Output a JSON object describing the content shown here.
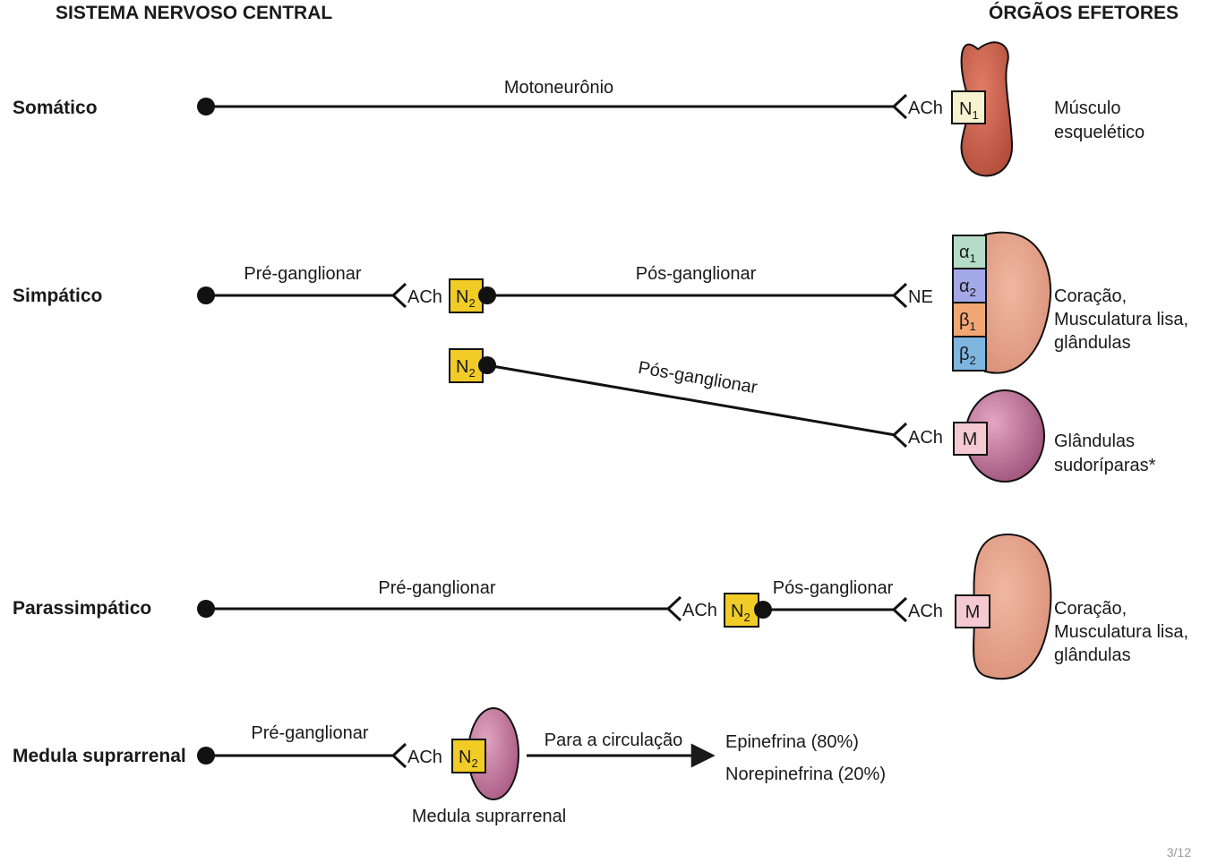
{
  "header": {
    "cns": "SISTEMA NERVOSO CENTRAL",
    "effectors": "ÓRGÃOS EFETORES"
  },
  "somatic": {
    "label": "Somático",
    "neuron": "Motoneurônio",
    "nt": "ACh",
    "receptor": "N",
    "receptor_sub": "1",
    "organ": [
      "Músculo",
      "esquelético"
    ]
  },
  "sympathetic": {
    "label": "Simpático",
    "pre": "Pré-ganglionar",
    "pre_nt": "ACh",
    "ganglion_receptor": "N",
    "ganglion_receptor_sub": "2",
    "post": "Pós-ganglionar",
    "post_nt": "NE",
    "adrenergic_receptors": [
      {
        "symbol": "α",
        "sub": "1"
      },
      {
        "symbol": "α",
        "sub": "2"
      },
      {
        "symbol": "β",
        "sub": "1"
      },
      {
        "symbol": "β",
        "sub": "2"
      }
    ],
    "organ": [
      "Coração,",
      "Musculatura lisa,",
      "glândulas"
    ],
    "sweat_ganglion_receptor": "N",
    "sweat_ganglion_receptor_sub": "2",
    "sweat_post": "Pós-ganglionar",
    "sweat_nt": "ACh",
    "sweat_receptor": "M",
    "sweat_organ": [
      "Glândulas",
      "sudoríparas*"
    ]
  },
  "parasympathetic": {
    "label": "Parassimpático",
    "pre": "Pré-ganglionar",
    "pre_nt": "ACh",
    "ganglion_receptor": "N",
    "ganglion_receptor_sub": "2",
    "post": "Pós-ganglionar",
    "post_nt": "ACh",
    "receptor": "M",
    "organ": [
      "Coração,",
      "Musculatura lisa,",
      "glândulas"
    ]
  },
  "adrenal": {
    "label": "Medula suprarrenal",
    "pre": "Pré-ganglionar",
    "nt": "ACh",
    "receptor": "N",
    "receptor_sub": "2",
    "gland": "Medula suprarrenal",
    "to_circulation": "Para a circulação",
    "outputs": [
      "Epinefrina (80%)",
      "Norepinefrina (20%)"
    ]
  },
  "page_indicator": "3/12",
  "colors": {
    "skeletal_muscle": "#c9604c",
    "heart_organ": "#e3a08a",
    "sweat_gland": "#b7688f",
    "adrenal_gland": "#c17898",
    "nicotinic_receptor": "#f2cc26",
    "n1_receptor": "#f7f2cf",
    "muscarinic_receptor": "#f4c9d2",
    "alpha1": "#b4dcc6",
    "alpha2": "#a3a8e6",
    "beta1": "#f0a774",
    "beta2": "#7fb6e0"
  }
}
